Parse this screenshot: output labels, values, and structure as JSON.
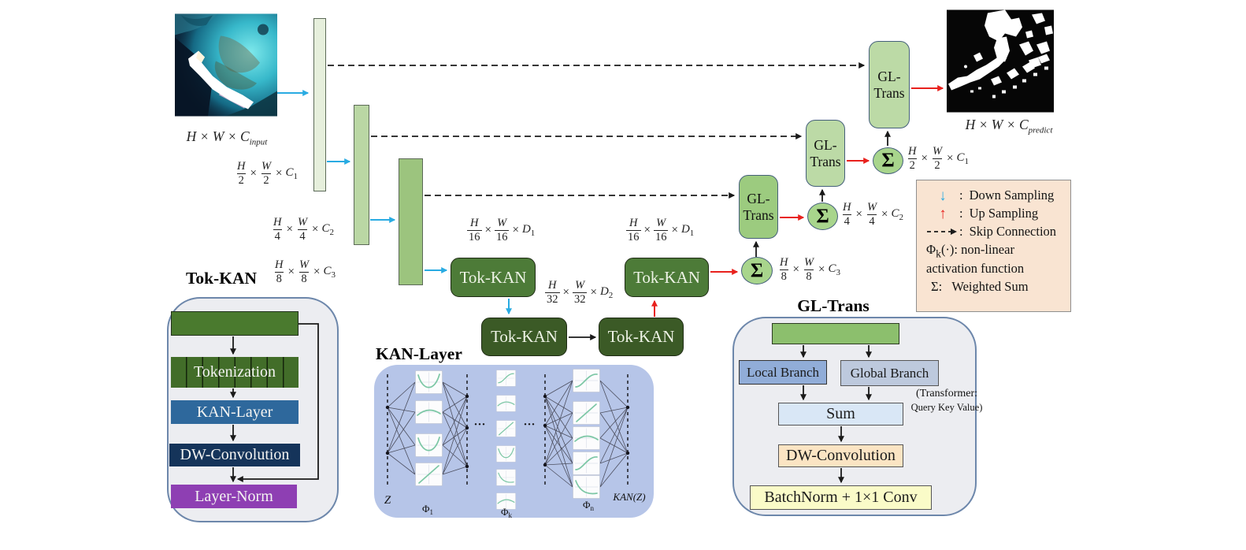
{
  "colors": {
    "down_arrow": "#29abe2",
    "up_arrow": "#e8211d",
    "legend_bg": "#f9e4d2",
    "detail_box_bg": "#ecedf1",
    "detail_box_border": "#6d87ab",
    "kan_box_bg": "#b6c5e8",
    "kan_curve": "#7cc7a5",
    "bar1": "#e6efdc",
    "bar2": "#bad7a4",
    "bar3": "#9cc47e",
    "tok_kan_mid": "#4d7b38",
    "tok_kan_dark": "#3b5a26",
    "gl_trans_light": "#bcdaa6",
    "gl_trans_mid": "#9ccb7f",
    "sum_fill": "#a8d58c",
    "green_bar_detail": "#4a7a2e",
    "tokenization_bar": "#426d29",
    "kan_layer_bar": "#2e689c",
    "dw_conv_bar": "#15345a",
    "layer_norm_bar": "#8e3fb3",
    "gl_green_bar": "#8cbf6d",
    "local_branch": "#91add8",
    "global_branch": "#bdc9dd",
    "sum_bar": "#d9e7f6",
    "dw_conv_light": "#fbe4c3",
    "batchnorm_bar": "#fafbc8"
  },
  "symbols": {
    "times": "×",
    "sigma": "Σ",
    "dots": "···"
  },
  "io": {
    "input_label_base": "H × W × C",
    "input_label_sub": "input",
    "output_label_base": "H × W × C",
    "output_label_sub": "predict"
  },
  "blocks": {
    "tok_kan": "Tok-KAN",
    "gl_line1": "GL-",
    "gl_line2": "Trans"
  },
  "dim_labels": [
    {
      "n1": "H",
      "d1": "2",
      "n2": "W",
      "d2": "2",
      "base": "C",
      "sub": "1"
    },
    {
      "n1": "H",
      "d1": "4",
      "n2": "W",
      "d2": "4",
      "base": "C",
      "sub": "2"
    },
    {
      "n1": "H",
      "d1": "8",
      "n2": "W",
      "d2": "8",
      "base": "C",
      "sub": "3"
    },
    {
      "n1": "H",
      "d1": "16",
      "n2": "W",
      "d2": "16",
      "base": "D",
      "sub": "1"
    },
    {
      "n1": "H",
      "d1": "16",
      "n2": "W",
      "d2": "16",
      "base": "D",
      "sub": "1"
    },
    {
      "n1": "H",
      "d1": "32",
      "n2": "W",
      "d2": "32",
      "base": "D",
      "sub": "2"
    },
    {
      "n1": "H",
      "d1": "8",
      "n2": "W",
      "d2": "8",
      "base": "C",
      "sub": "3"
    },
    {
      "n1": "H",
      "d1": "4",
      "n2": "W",
      "d2": "4",
      "base": "C",
      "sub": "2"
    },
    {
      "n1": "H",
      "d1": "2",
      "n2": "W",
      "d2": "2",
      "base": "C",
      "sub": "1"
    }
  ],
  "legend": {
    "down_icon": "↓",
    "up_icon": "↑",
    "colon": ":",
    "down": "Down Sampling",
    "up": "Up Sampling",
    "skip": "Skip Connection",
    "phi_base": "Φ",
    "phi_sub": "k",
    "phi_tail": "(·):",
    "phi_desc_1": "non-linear",
    "phi_desc_2": "activation function",
    "sigma_key": "Σ:",
    "sigma_desc": "Weighted Sum"
  },
  "tok_detail": {
    "title": "Tok-KAN",
    "tokenization": "Tokenization",
    "kan_layer": "KAN-Layer",
    "dw": "DW-Convolution",
    "ln": "Layer-Norm"
  },
  "kan_detail": {
    "title": "KAN-Layer",
    "z": "Z",
    "phi": "Φ",
    "phi1_sub": "1",
    "phik_sub": "k",
    "phin_sub": "n",
    "kanz": "KAN(Z)"
  },
  "gl_detail": {
    "title": "GL-Trans",
    "local": "Local Branch",
    "global": "Global Branch",
    "note1": "(Transformer:",
    "note2": "Query Key Value)",
    "sum": "Sum",
    "dw": "DW-Convolution",
    "bn": "BatchNorm + 1×1 Conv"
  }
}
